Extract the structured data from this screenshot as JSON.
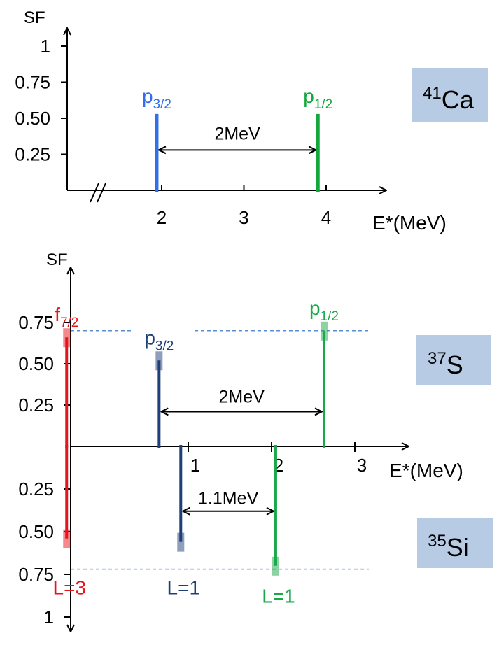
{
  "colors": {
    "axis": "#000000",
    "blue": "#2f6ff0",
    "navy": "#1f3f78",
    "green_top": "#14a83c",
    "green_bottom": "#1aa84a",
    "red": "#e8141c",
    "box": "#b7cbe4",
    "dashed": "#5b8fd0"
  },
  "chart_data": [
    {
      "type": "bar",
      "nucleus": {
        "mass": "41",
        "symbol": "Ca"
      },
      "ylabel": "SF",
      "xlabel": "E*(MeV)",
      "y_ticks": [
        "0.25",
        "0.50",
        "0.75",
        "1"
      ],
      "y_tick_values": [
        0.25,
        0.5,
        0.75,
        1
      ],
      "x_ticks": [
        "2",
        "3",
        "4"
      ],
      "x_tick_values": [
        2,
        3,
        4
      ],
      "axis_break": true,
      "levels": [
        {
          "orbital": "p",
          "j": "3/2",
          "E": 1.94,
          "SF": 0.53,
          "color": "blue"
        },
        {
          "orbital": "p",
          "j": "1/2",
          "E": 3.9,
          "SF": 0.53,
          "color": "green_top"
        }
      ],
      "gap": {
        "label": "2MeV",
        "from": 1.94,
        "to": 3.9,
        "SF": 0.28
      }
    },
    {
      "type": "bar",
      "nucleus": {
        "mass": "37",
        "symbol": "S"
      },
      "ylabel": "SF",
      "xlabel": "E*(MeV)",
      "y_ticks": [
        "0.25",
        "0.50",
        "0.75"
      ],
      "y_tick_values": [
        0.25,
        0.5,
        0.75
      ],
      "x_ticks": [
        "1",
        "2",
        "3"
      ],
      "x_tick_values": [
        1,
        2,
        3
      ],
      "reference_SF": 0.7,
      "levels": [
        {
          "orbital": "f",
          "j": "7/2",
          "E": -0.46,
          "SF": 0.66,
          "color": "red"
        },
        {
          "orbital": "p",
          "j": "3/2",
          "E": 0.65,
          "SF": 0.52,
          "color": "navy"
        },
        {
          "orbital": "p",
          "j": "1/2",
          "E": 2.63,
          "SF": 0.7,
          "color": "green_bottom"
        }
      ],
      "gap": {
        "label": "2MeV",
        "from": 0.65,
        "to": 2.63,
        "SF": 0.21
      }
    },
    {
      "type": "bar",
      "nucleus": {
        "mass": "35",
        "symbol": "Si"
      },
      "y_ticks": [
        "0.25",
        "0.50",
        "0.75",
        "1"
      ],
      "y_tick_values": [
        0.25,
        0.5,
        0.75,
        1
      ],
      "reference_SF": 0.72,
      "inverted": true,
      "levels": [
        {
          "L": "L=3",
          "E": -0.46,
          "SF": 0.54,
          "color": "red"
        },
        {
          "L": "L=1",
          "E": 0.91,
          "SF": 0.56,
          "color": "navy"
        },
        {
          "L": "L=1",
          "E": 2.05,
          "SF": 0.7,
          "color": "green_bottom"
        }
      ],
      "gap": {
        "label": "1.1MeV",
        "from": 0.91,
        "to": 2.05,
        "SF": 0.38
      }
    }
  ]
}
